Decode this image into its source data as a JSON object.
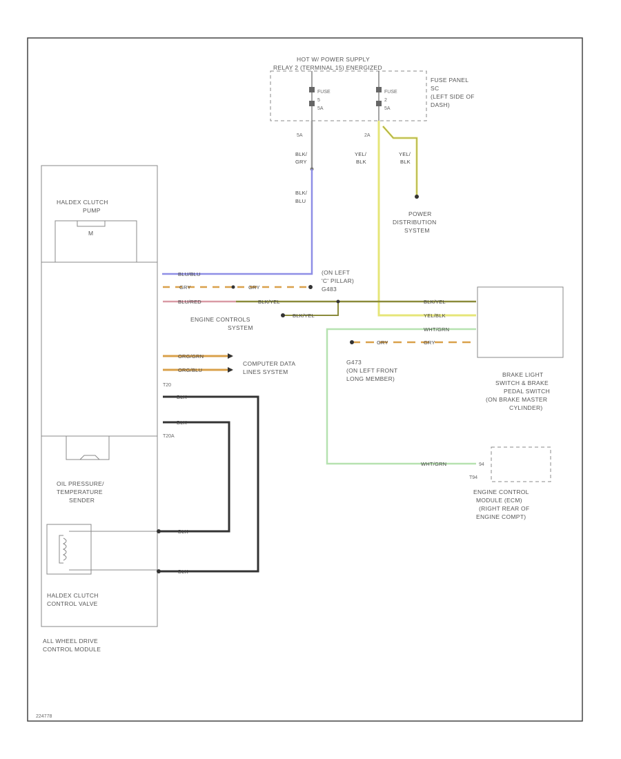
{
  "diagram": {
    "power_supply_title": [
      "HOT W/ POWER SUPPLY",
      "RELAY 2 (TERMINAL 15) ENERGIZED"
    ],
    "fuse_left": {
      "name": "FUSE",
      "number": "5",
      "rating": "5A",
      "pin": "5A"
    },
    "fuse_right": {
      "name": "FUSE",
      "number": "2",
      "rating": "5A",
      "pin": "2A"
    },
    "fuse_panel": [
      "FUSE PANEL",
      "SC",
      "(LEFT SIDE OF",
      "DASH)"
    ],
    "wire_blk_gry": [
      "BLK/",
      "GRY"
    ],
    "wire_blk_blu": [
      "BLK/",
      "BLU"
    ],
    "wire_yel_blk_a": [
      "YEL/",
      "BLK"
    ],
    "wire_yel_blk_b": [
      "YEL/",
      "BLK"
    ],
    "power_distribution": [
      "POWER",
      "DISTRIBUTION",
      "SYSTEM"
    ],
    "module_pump": [
      "HALDEX CLUTCH",
      "PUMP"
    ],
    "motor_symbol": "M",
    "module_name": [
      "ALL WHEEL DRIVE",
      "CONTROL MODULE"
    ],
    "oil_sensor": [
      "OIL PRESSURE/",
      "TEMPERATURE",
      "SENDER"
    ],
    "control_valve": [
      "HALDEX CLUTCH",
      "CONTROL VALVE"
    ],
    "wire_blu_blu": "BLU/BLU",
    "wire_gry_a": "GRY",
    "wire_gry_b": "GRY",
    "wire_blu_red": "BLU/RED",
    "wire_blk_yel_a": "BLK/YEL",
    "wire_blk_yel_b": "BLK/YEL",
    "wire_blk_yel_c": "BLK/YEL",
    "wire_yel_blk_h": "YEL/BLK",
    "wire_wht_grn_a": "WHT/GRN",
    "wire_wht_grn_b": "WHT/GRN",
    "wire_gry_c": "GRY",
    "wire_gry_d": "GRY",
    "wire_org_grn": "ORG/GRN",
    "wire_org_blu": "ORG/BLU",
    "wire_blk_a": "BLK",
    "wire_blk_b": "BLK",
    "wire_blk_c": "BLK",
    "wire_blk_d": "BLK",
    "ground_g": [
      "(ON LEFT",
      "'C' PILLAR)",
      "G483"
    ],
    "engine_controls": [
      "ENGINE CONTROLS",
      "SYSTEM"
    ],
    "computer_data": [
      "COMPUTER DATA",
      "LINES SYSTEM"
    ],
    "ground_g2": [
      "G473",
      "(ON LEFT FRONT",
      "LONG MEMBER)"
    ],
    "connector_a": "T20",
    "connector_b": "T20A",
    "connector_c": "T94",
    "pin_c": "94",
    "brake_switch": [
      "BRAKE LIGHT",
      "SWITCH & BRAKE",
      "PEDAL SWITCH",
      "(ON BRAKE MASTER",
      "CYLINDER)"
    ],
    "ecm": [
      "ENGINE CONTROL",
      "MODULE (ECM)",
      "(RIGHT REAR OF",
      "ENGINE COMPT)"
    ],
    "diagram_id": "224778"
  },
  "colors": {
    "frame": "#444444",
    "wire_blue": "#8e8ee6",
    "wire_yellow": "#e6e678",
    "wire_green": "#b6e2b0",
    "wire_black": "#333333",
    "wire_orange": "#d9a04a",
    "wire_gray": "#9a9a9a",
    "wire_olive": "#8a8a3a"
  }
}
